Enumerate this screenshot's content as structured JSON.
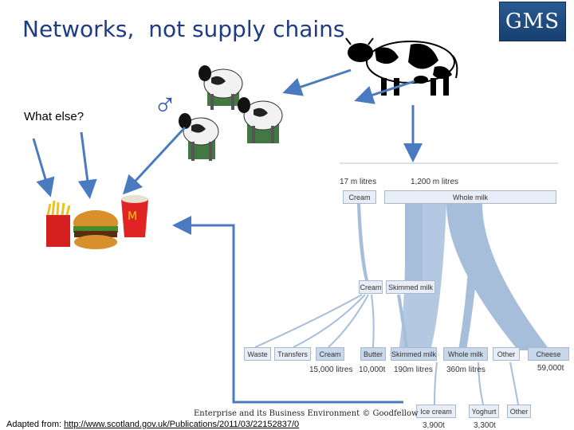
{
  "slide": {
    "title": "Networks,  not supply chains",
    "logo_text": "GMS",
    "question": "What else?",
    "male_symbol": "♂",
    "footer_center": "Enterprise and its Business Environment © Goodfellow",
    "footer_prefix": "Adapted from:",
    "footer_link": "http://www.scotland.gov.uk/Publications/2011/03/22152837/0",
    "icons": [
      "cow-icon",
      "calves-icon",
      "fast-food-icon"
    ]
  },
  "flow": {
    "top_labels": [
      "17 m litres",
      "1,200 m litres"
    ],
    "top_boxes": [
      "Cream",
      "Whole milk"
    ],
    "mid_boxes": [
      "Cream",
      "Skimmed milk"
    ],
    "products": [
      "Waste",
      "Transfers",
      "Cream",
      "Butter",
      "Skimmed milk",
      "Whole milk",
      "Other",
      "Cheese"
    ],
    "product_values": [
      "15,000 litres",
      "10,000t",
      "190m litres",
      "360m litres",
      "59,000t"
    ],
    "sub_products": [
      "Ice cream",
      "Yoghurt",
      "Other"
    ],
    "sub_values": [
      "3,900t",
      "3,300t"
    ]
  },
  "colors": {
    "title": "#1f3b82",
    "arrow": "#4a7bc0",
    "flow": "#a7bedb",
    "logo": "#1e4c82"
  }
}
